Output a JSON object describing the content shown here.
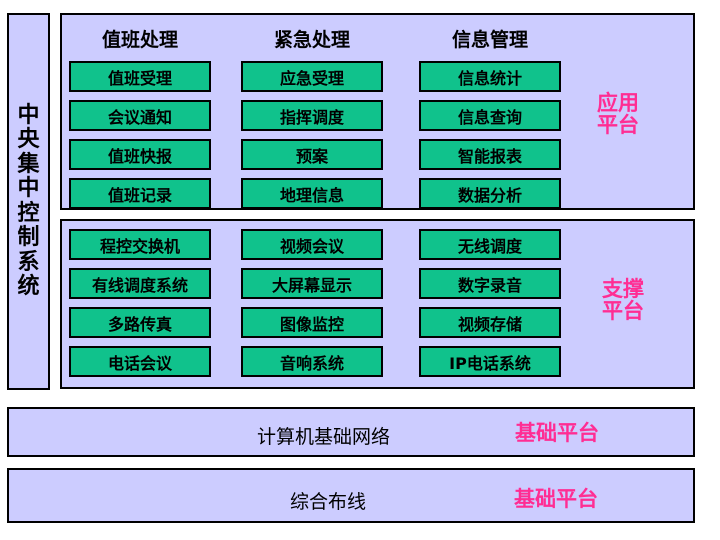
{
  "colors": {
    "panel_bg": "#ccccff",
    "button_green": "#10c28c",
    "accent_pink": "#ff2d93",
    "border_black": "#000000"
  },
  "sidebar": {
    "title": "中央集中控制系统"
  },
  "app": {
    "label": "应用\n平台",
    "columns": [
      {
        "header": "值班处理",
        "buttons": [
          "值班受理",
          "会议通知",
          "值班快报",
          "值班记录"
        ]
      },
      {
        "header": "紧急处理",
        "buttons": [
          "应急受理",
          "指挥调度",
          "预案",
          "地理信息"
        ]
      },
      {
        "header": "信息管理",
        "buttons": [
          "信息统计",
          "信息查询",
          "智能报表",
          "数据分析"
        ]
      }
    ]
  },
  "support": {
    "label": "支撑\n平台",
    "columns": [
      {
        "buttons": [
          "程控交换机",
          "有线调度系统",
          "多路传真",
          "电话会议"
        ]
      },
      {
        "buttons": [
          "视频会议",
          "大屏幕显示",
          "图像监控",
          "音响系统"
        ]
      },
      {
        "buttons": [
          "无线调度",
          "数字录音",
          "视频存储",
          "IP电话系统"
        ]
      }
    ]
  },
  "base": [
    {
      "label": "计算机基础网络",
      "tag": "基础平台"
    },
    {
      "label": "综合布线",
      "tag": "基础平台"
    }
  ]
}
